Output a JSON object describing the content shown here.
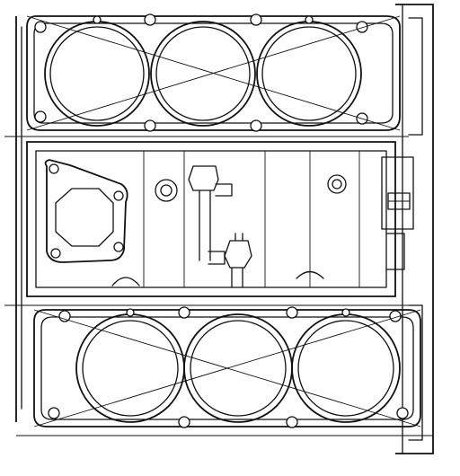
{
  "colors": {
    "background": "#ffffff",
    "line": "#111111"
  },
  "upper_bank": {
    "bore_count": 3
  },
  "lower_bank": {
    "bore_count": 3
  },
  "bolt_hole_count_per_bank": 10
}
